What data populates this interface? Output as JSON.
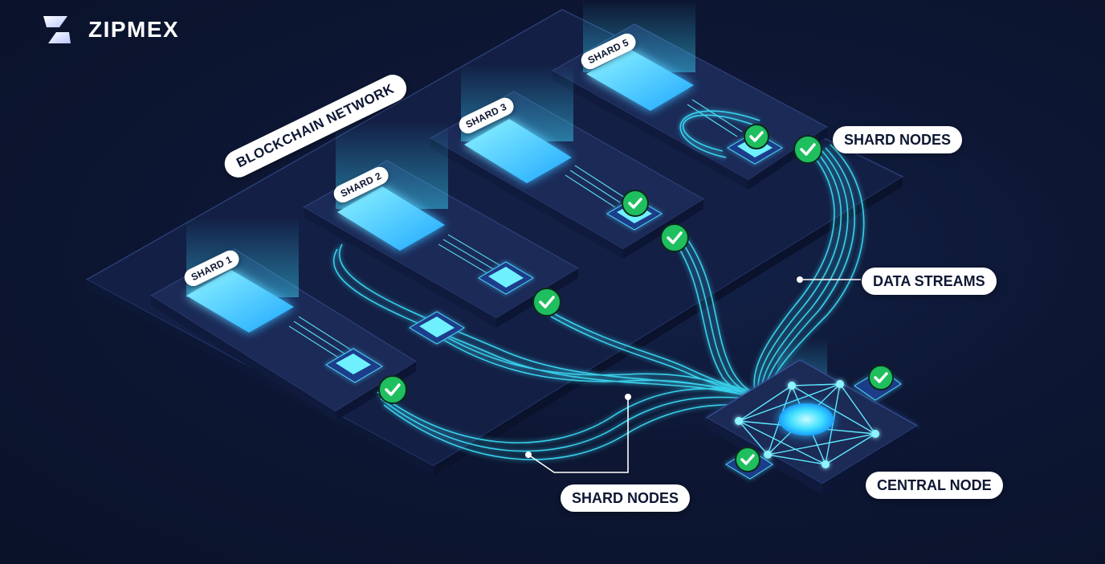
{
  "brand": {
    "name": "ZIPMEX",
    "logo_icon": "zipmex-z-logo-icon"
  },
  "network_label": "BLOCKCHAIN NETWORK",
  "shards": [
    {
      "label": "SHARD 1"
    },
    {
      "label": "SHARD 2"
    },
    {
      "label": "SHARD 3"
    },
    {
      "label": "SHARD 5"
    }
  ],
  "callouts": {
    "shard_nodes_top": "SHARD NODES",
    "data_streams": "DATA STREAMS",
    "shard_nodes_bottom": "SHARD NODES",
    "central_node": "CENTRAL NODE"
  },
  "icons": {
    "verified": "check-circle-icon",
    "hub": "central-hub-icon"
  },
  "colors": {
    "background": "#0b1430",
    "glow": "#33e6ff",
    "panel": "#1b2a57",
    "check": "#1fbf5f",
    "label_bg": "#ffffff",
    "label_text": "#0e1733"
  }
}
